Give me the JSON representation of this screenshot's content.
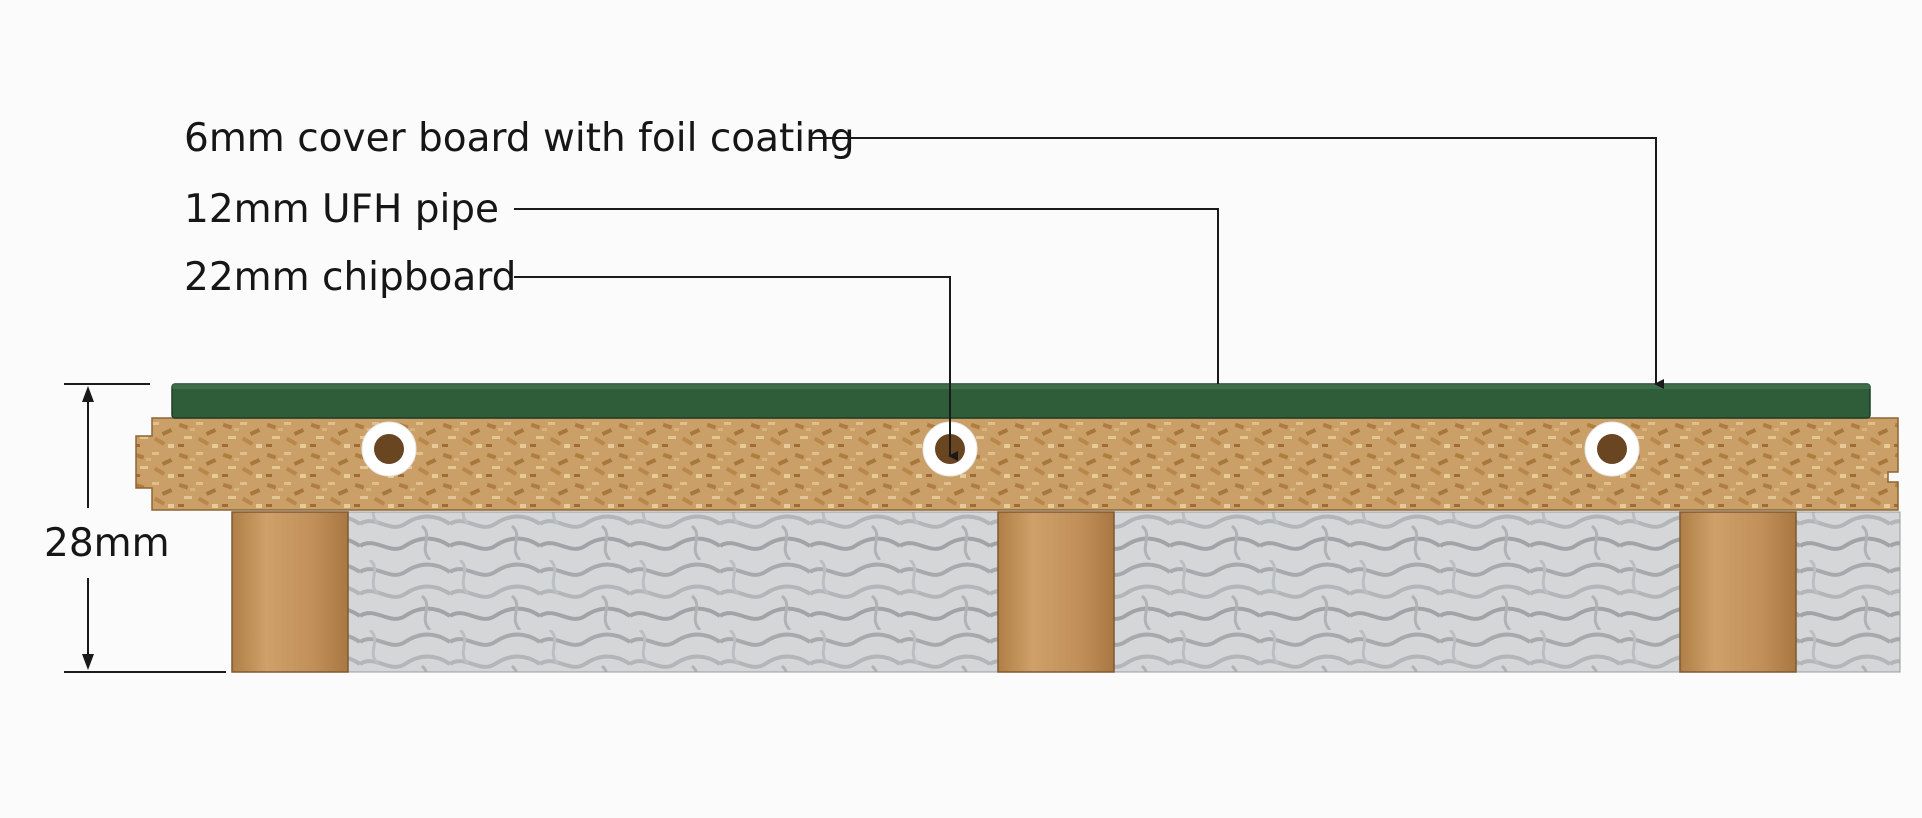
{
  "callouts": {
    "cover_board": "6mm cover board with foil coating",
    "ufh_pipe": "12mm UFH pipe",
    "chipboard": "22mm chipboard"
  },
  "dimension": {
    "thickness": "28mm"
  },
  "colors": {
    "background": "#fbfbfb",
    "cover_board": "#2f5d3a",
    "chipboard": "#c99a5e",
    "timber_joist": "#c49059",
    "insulation": "#d3d5d6",
    "pipe": "#ffffff",
    "line": "#1a1a1a"
  }
}
